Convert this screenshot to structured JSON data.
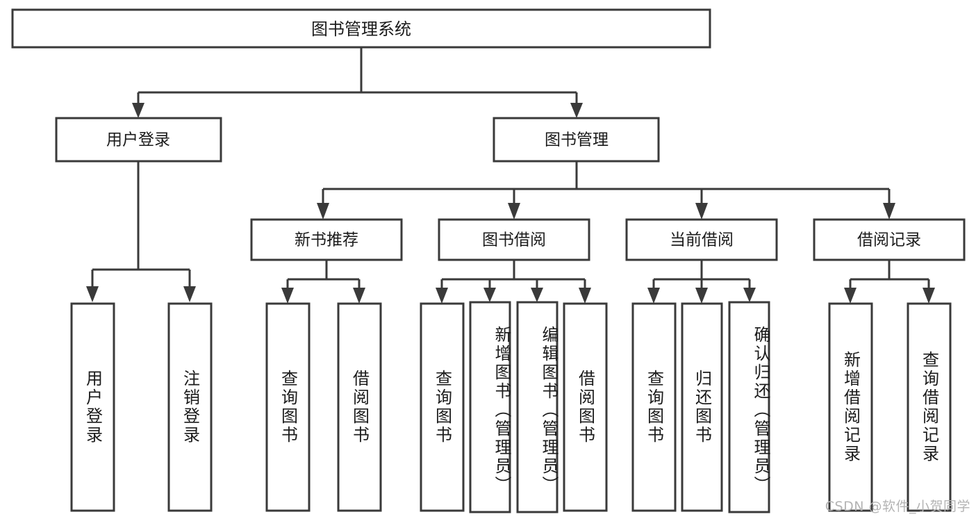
{
  "diagram": {
    "type": "tree",
    "title": "图书管理系统",
    "root": {
      "id": "root",
      "label": "图书管理系统",
      "orientation": "horizontal"
    },
    "level2": [
      {
        "id": "user-login",
        "label": "用户登录",
        "orientation": "horizontal"
      },
      {
        "id": "book-manage",
        "label": "图书管理",
        "orientation": "horizontal"
      }
    ],
    "level3": [
      {
        "id": "new-book-rec",
        "label": "新书推荐",
        "orientation": "horizontal",
        "parent": "book-manage"
      },
      {
        "id": "book-borrow",
        "label": "图书借阅",
        "orientation": "horizontal",
        "parent": "book-manage"
      },
      {
        "id": "current-borrow",
        "label": "当前借阅",
        "orientation": "horizontal",
        "parent": "book-manage"
      },
      {
        "id": "borrow-record",
        "label": "借阅记录",
        "orientation": "horizontal",
        "parent": "book-manage"
      }
    ],
    "leaves": [
      {
        "id": "leaf-user-login",
        "label": "用户登录",
        "parent": "user-login",
        "orientation": "vertical"
      },
      {
        "id": "leaf-logout-login",
        "label": "注销登录",
        "parent": "user-login",
        "orientation": "vertical"
      },
      {
        "id": "leaf-query-book-1",
        "label": "查询图书",
        "parent": "new-book-rec",
        "orientation": "vertical"
      },
      {
        "id": "leaf-borrow-book-1",
        "label": "借阅图书",
        "parent": "new-book-rec",
        "orientation": "vertical"
      },
      {
        "id": "leaf-query-book-2",
        "label": "查询图书",
        "parent": "book-borrow",
        "orientation": "vertical"
      },
      {
        "id": "leaf-add-book",
        "label": "新增图书（管理员）",
        "parent": "book-borrow",
        "orientation": "vertical"
      },
      {
        "id": "leaf-edit-book",
        "label": "编辑图书（管理员）",
        "parent": "book-borrow",
        "orientation": "vertical"
      },
      {
        "id": "leaf-borrow-book-2",
        "label": "借阅图书",
        "parent": "book-borrow",
        "orientation": "vertical"
      },
      {
        "id": "leaf-query-book-3",
        "label": "查询图书",
        "parent": "current-borrow",
        "orientation": "vertical"
      },
      {
        "id": "leaf-return-book",
        "label": "归还图书",
        "parent": "current-borrow",
        "orientation": "vertical"
      },
      {
        "id": "leaf-confirm-return",
        "label": "确认归还（管理员）",
        "parent": "current-borrow",
        "orientation": "vertical"
      },
      {
        "id": "leaf-add-record",
        "label": "新增借阅记录",
        "parent": "borrow-record",
        "orientation": "vertical"
      },
      {
        "id": "leaf-query-record",
        "label": "查询借阅记录",
        "parent": "borrow-record",
        "orientation": "vertical"
      }
    ]
  },
  "watermark": {
    "text": "CSDN @软件_小贺同学"
  },
  "colors": {
    "stroke": "#3a3a3a",
    "box_fill": "#ffffff",
    "text": "#1b1b1b",
    "background": "#ffffff",
    "watermark": "#b4b4b4"
  }
}
